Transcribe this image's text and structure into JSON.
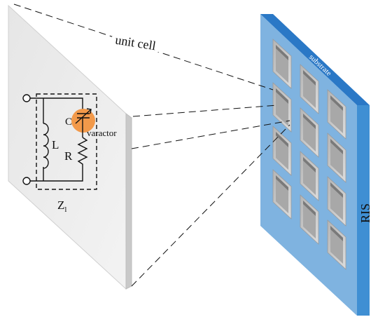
{
  "labels": {
    "unit_cell": "unit cell",
    "substrate": "substrate",
    "ris": "RIS",
    "capacitor": "C",
    "varactor": "varactor",
    "inductor": "L",
    "resistor": "R",
    "impedance_base": "Z",
    "impedance_sub": "l"
  },
  "colors": {
    "ris_front": "#7fb3e0",
    "ris_side": "#3f8fd3",
    "ris_top": "#2a78c6",
    "panel_front": "#ececec",
    "panel_edge": "#cfcfcf",
    "varactor_highlight": "#f2994a",
    "cell_outer": "#c7c7c7",
    "cell_inner": "#8f8f8f"
  }
}
